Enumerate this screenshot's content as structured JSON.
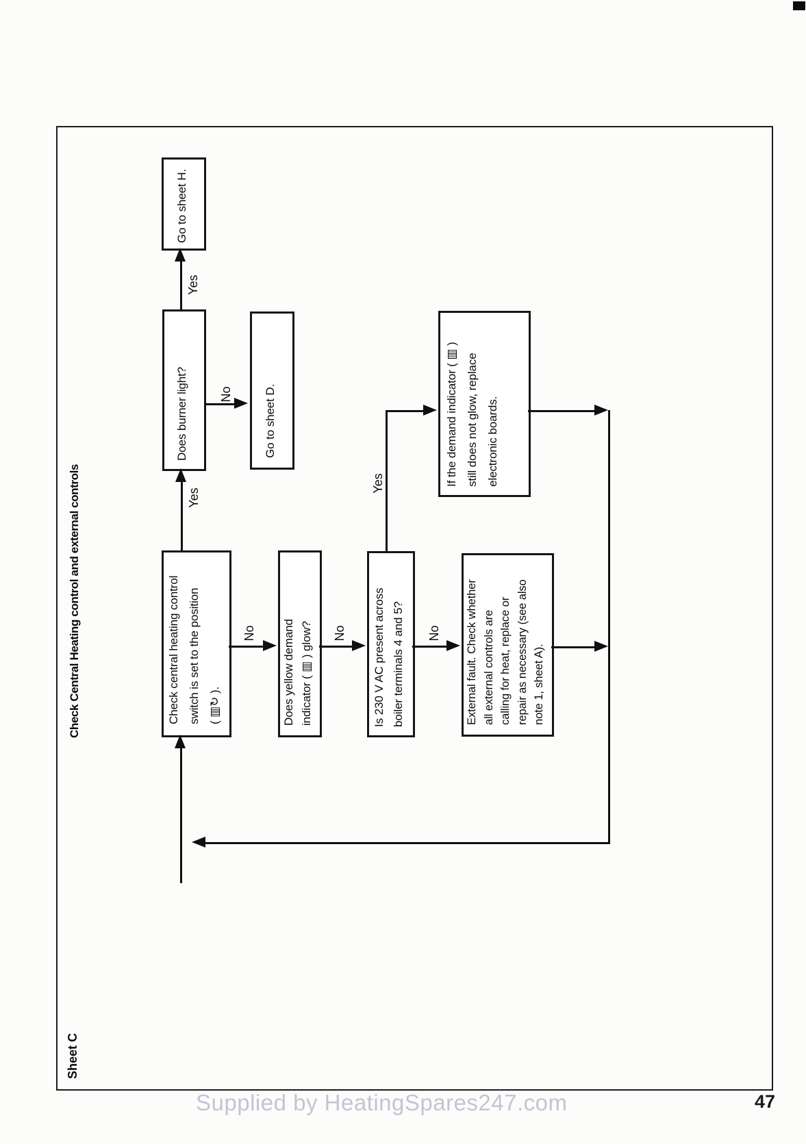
{
  "page": {
    "sheet_label": "Sheet C",
    "title": "Check Central Heating control and external controls",
    "page_number": "47",
    "watermark": "Supplied by HeatingSpares247.com"
  },
  "icons": {
    "radiator-icon": "▥",
    "dial-arrow-icon": "↻"
  },
  "flowchart": {
    "labels": {
      "yes": "Yes",
      "no": "No"
    },
    "nodes": {
      "start": {
        "lines": [
          "Check central heating control",
          "switch is set to the position",
          "( ▥↻ )."
        ]
      },
      "burner": {
        "lines": [
          "Does burner light?"
        ]
      },
      "sheet_h": {
        "lines": [
          "Go to sheet H."
        ]
      },
      "sheet_d": {
        "lines": [
          "Go to sheet D."
        ]
      },
      "yellow": {
        "lines": [
          "Does yellow demand",
          "indicator ( ▥ ) glow?"
        ]
      },
      "volts": {
        "lines": [
          "Is 230 V AC present across",
          "boiler terminals 4 and 5?"
        ]
      },
      "external": {
        "lines": [
          "External fault. Check whether",
          "all external controls are",
          "calling for heat, replace or",
          "repair as necessary (see also",
          "note 1, sheet A)."
        ]
      },
      "demand": {
        "lines": [
          "If the demand indicator ( ▥ )",
          "still does not glow, replace",
          "electronic boards."
        ]
      }
    }
  }
}
